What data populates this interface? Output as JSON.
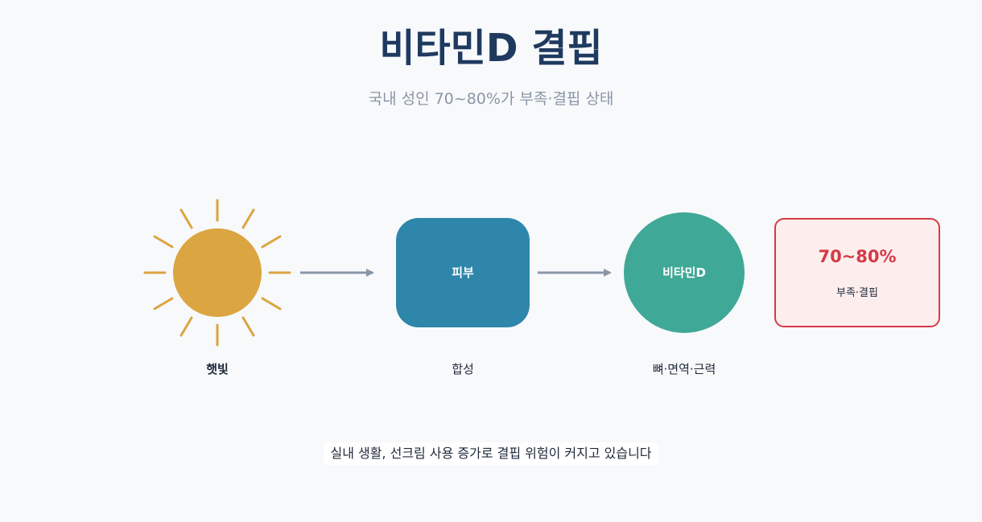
{
  "title": "비타민D 결핍",
  "subtitle": "국내 성인 70~80%가 부족·결핍 상태",
  "nodes": {
    "sun": {
      "caption": "햇빛"
    },
    "skin": {
      "label": "피부",
      "caption": "합성"
    },
    "vitamin": {
      "label": "비타민D",
      "caption": "뼈·면역·근력"
    }
  },
  "stat": {
    "value": "70~80%",
    "label": "부족·결핍"
  },
  "note": "실내 생활, 선크림 사용 증가로 결핍 위험이 커지고 있습니다",
  "colors": {
    "sun": "#dba541",
    "skin": "#2e86ab",
    "vitamin": "#3fa896",
    "arrow": "#8a96a8",
    "alert": "#d63a45",
    "alert_bg": "#fdeeee",
    "title": "#1f3a5f"
  }
}
